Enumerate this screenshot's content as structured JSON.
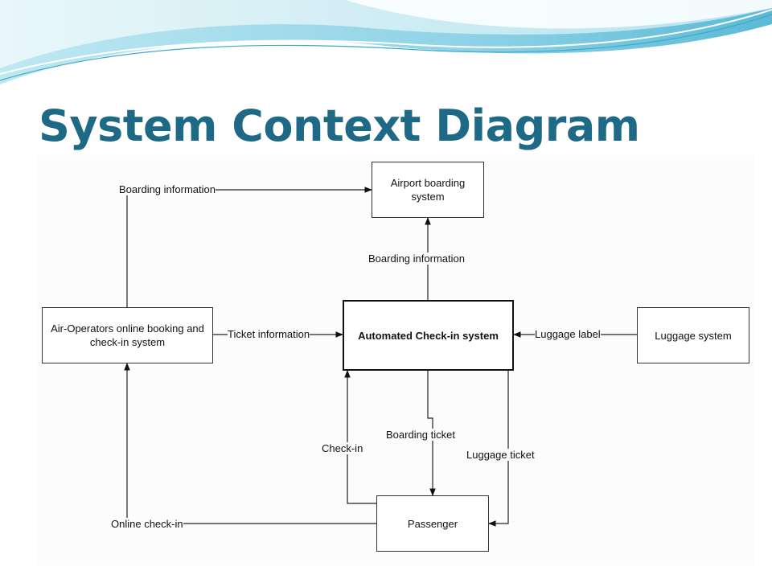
{
  "slide": {
    "title": "System Context Diagram"
  },
  "diagram": {
    "nodes": {
      "airport_boarding": "Airport boarding system",
      "automated_checkin": "Automated Check-in system",
      "air_operators": "Air-Operators online booking and check-in system",
      "luggage_system": "Luggage system",
      "passenger": "Passenger"
    },
    "flows": {
      "boarding_info_top": "Boarding information",
      "boarding_info_vertical": "Boarding information",
      "ticket_information": "Ticket information",
      "luggage_label": "Luggage label",
      "boarding_ticket": "Boarding ticket",
      "check_in": "Check-in",
      "luggage_ticket": "Luggage ticket",
      "online_check_in": "Online check-in"
    }
  },
  "colors": {
    "title": "#1e6a86",
    "wave_light": "#d6f0f6",
    "wave_mid": "#8fd3e6",
    "wave_dark": "#3fa9c9"
  }
}
